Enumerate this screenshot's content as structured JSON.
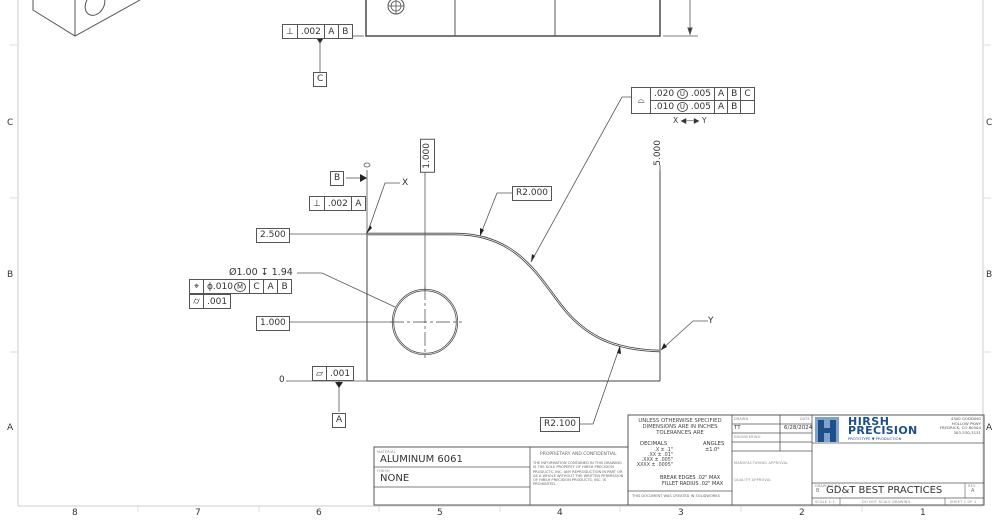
{
  "drawing": {
    "zones_columns": [
      "8",
      "7",
      "6",
      "5",
      "4",
      "3",
      "2",
      "1"
    ],
    "zones_rows_left": [
      "C",
      "B",
      "A"
    ],
    "zones_rows_right": [
      "C",
      "B",
      "A"
    ]
  },
  "top_view": {
    "fcf_perpendicularity": {
      "symbol": "⊥",
      "tolerance": ".002",
      "datums": [
        "A",
        "B"
      ]
    },
    "datum_c": "C"
  },
  "front_view": {
    "profile_fcf": {
      "symbol": "⌓",
      "row1": {
        "tol": ".020",
        "mod": "U",
        "tol2": ".005",
        "datums": [
          "A",
          "B",
          "C"
        ]
      },
      "row2": {
        "tol": ".010",
        "mod": "U",
        "tol2": ".005",
        "datums": [
          "A",
          "B"
        ]
      },
      "between": "X ◀—▶ Y"
    },
    "datum_b": "B",
    "perp_fcf": {
      "symbol": "⊥",
      "tolerance": ".002",
      "datums": [
        "A"
      ]
    },
    "label_x": "X",
    "label_y": "Y",
    "dim_1000_vertical": "1.000",
    "dim_5000_vertical": "5.000",
    "radius_top": "R2.000",
    "radius_bottom": "R2.100",
    "dim_2500": "2.500",
    "dim_1000": "1.000",
    "dim_0": "0",
    "hole_callout": "Ø1.00 ↧ 1.94",
    "position_fcf": {
      "symbol": "⌖",
      "tolerance": "ϕ.010",
      "mod": "M",
      "datums": [
        "C",
        "A",
        "B"
      ]
    },
    "cylindricity_fcf": {
      "symbol": "⌭",
      "tolerance": ".001"
    },
    "flatness_fcf": {
      "symbol": "▱",
      "tolerance": ".001"
    },
    "datum_a": "A"
  },
  "title_block": {
    "material_label": "MATERIAL",
    "material": "ALUMINUM 6061",
    "finish_label": "FINISH",
    "finish": "NONE",
    "proprietary_title": "PROPRIETARY AND CONFIDENTIAL",
    "proprietary_text": "THE INFORMATION CONTAINED IN THIS DRAWING IS THE SOLE PROPERTY OF HIRSH PRECISION PRODUCTS, INC. ANY REPRODUCTION IN PART OR AS A WHOLE WITHOUT THE WRITTEN PERMISSION OF HIRSH PRECISION PRODUCTS, INC. IS PROHIBITED.",
    "tolerance_header": [
      "UNLESS OTHERWISE SPECIFIED",
      "DIMENSIONS ARE IN INCHES",
      "TOLERANCES ARE"
    ],
    "decimals_label": "DECIMALS",
    "decimals": [
      ".X ± .1\"",
      ".XX ± .01\"",
      ".XXX ± .005\"",
      ".XXXX ± .0005\""
    ],
    "angles_label": "ANGLES",
    "angles": "±1.0°",
    "break_edges": "BREAK EDGES .02\" MAX",
    "fillet_radius": "FILLET RADIUS .02\" MAX",
    "solidworks_note": "THIS DOCUMENT WAS CREATED IN SOLIDWORKS",
    "drawn_label": "DRAWN",
    "date_label": "DATE",
    "drawn_by": "TT",
    "drawn_date": "6/28/2024",
    "engineering_label": "ENGINEERING",
    "mfg_approval_label": "MANUFACTURING APPROVAL",
    "quality_approval_label": "QUALITY APPROVAL",
    "company_line1": "HIRSH",
    "company_line2": "PRECISION",
    "company_tagline": "PROTOTYPE ▼ PRODUCTION",
    "address": [
      "4300 GODDING",
      "HOLLOW PKWY",
      "FREDRICK, CO 80504",
      "303-530-3131"
    ],
    "drawing_no_label": "DRAWING NO.",
    "size": "B",
    "drawing_title": "GD&T BEST PRACTICES",
    "rev_label": "REV",
    "rev": "A",
    "scale": "SCALE 1:1",
    "do_not_scale": "DO NOT SCALE DRAWING",
    "sheet": "SHEET 1 OF 1"
  },
  "colors": {
    "line": "#444444",
    "border": "#cfcfcf",
    "logo_blue": "#1d4f8c",
    "logo_light": "#7fa3c9"
  }
}
